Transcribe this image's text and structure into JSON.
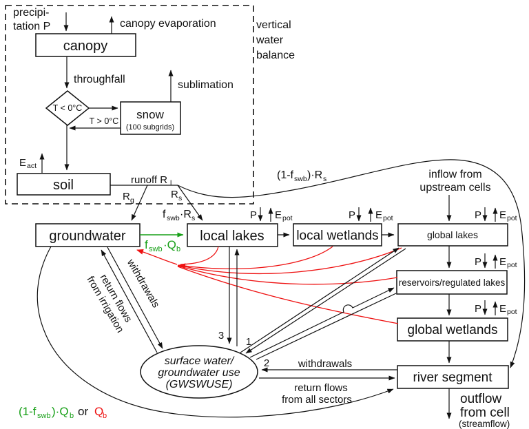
{
  "colors": {
    "line": "#111111",
    "green": "#18a018",
    "red": "#ee1111",
    "box_fill": "#ffffff",
    "background": "#ffffff"
  },
  "frag": {
    "precip_line1": "precipi-",
    "precip_line2": "tation P",
    "canopy_evaporation": "canopy evaporation",
    "canopy": "canopy",
    "throughfall": "throughfall",
    "t_below": "T < 0°C",
    "t_above": "T > 0°C",
    "snow": "snow",
    "snow_subgrids": "(100 subgrids)",
    "sublimation": "sublimation",
    "E": "E",
    "sub_act": "act",
    "sub_pot": "pot",
    "P": "P",
    "soil": "soil",
    "runoff_R": "runoff R",
    "sub_l": "l",
    "R": "R",
    "sub_g": "g",
    "sub_s": "s",
    "sub_b": "b",
    "f": "f",
    "sub_swb": "swb",
    "dot_R": "·R",
    "dot_Q": "·Q",
    "paren_1minusf": "(1-f",
    "paren_close_dotR": ")·R",
    "paren_close_dotQ": ")·Q",
    "or_word": "or",
    "Q": "Q",
    "vertical": "vertical",
    "water": "water",
    "balance": "balance",
    "groundwater": "groundwater",
    "local_lakes": "local lakes",
    "local_wetlands": "local wetlands",
    "global_lakes": "global lakes",
    "reservoirs": "reservoirs/regulated lakes",
    "global_wetlands": "global wetlands",
    "river_segment": "river segment",
    "inflow_line1": "inflow from",
    "inflow_line2": "upstream cells",
    "outflow_line1": "outflow",
    "outflow_line2": "from cell",
    "streamflow": "(streamflow)",
    "withdrawals": "withdrawals",
    "return_flows": "return flows",
    "from_irrigation": "from irrigation",
    "from_all_sectors": "from all sectors",
    "gwswuse_line1": "surface water/",
    "gwswuse_line2": "groundwater use",
    "gwswuse_line3": "(GWSWUSE)",
    "n1": "1",
    "n2": "2",
    "n3": "3"
  },
  "nodes": [
    {
      "id": "canopy",
      "label": "canopy",
      "shape": "rect"
    },
    {
      "id": "temperature-check",
      "label": "T < 0°C",
      "shape": "diamond"
    },
    {
      "id": "snow",
      "label": "snow (100 subgrids)",
      "shape": "rect"
    },
    {
      "id": "soil",
      "label": "soil",
      "shape": "rect"
    },
    {
      "id": "groundwater",
      "label": "groundwater",
      "shape": "rect"
    },
    {
      "id": "local-lakes",
      "label": "local lakes",
      "shape": "rect"
    },
    {
      "id": "local-wetlands",
      "label": "local wetlands",
      "shape": "rect"
    },
    {
      "id": "global-lakes",
      "label": "global lakes",
      "shape": "rect"
    },
    {
      "id": "reservoirs",
      "label": "reservoirs/regulated lakes",
      "shape": "rect"
    },
    {
      "id": "global-wetlands",
      "label": "global wetlands",
      "shape": "rect"
    },
    {
      "id": "river-segment",
      "label": "river segment",
      "shape": "rect"
    },
    {
      "id": "gwswuse",
      "label": "surface water/ groundwater use (GWSWUSE)",
      "shape": "ellipse"
    }
  ],
  "flows": [
    {
      "from": "atmosphere",
      "to": "canopy",
      "label": "precipitation P"
    },
    {
      "from": "canopy",
      "to": "atmosphere",
      "label": "canopy evaporation"
    },
    {
      "from": "canopy",
      "to": "temperature-check",
      "label": "throughfall"
    },
    {
      "from": "temperature-check",
      "to": "snow",
      "label": "T < 0°C"
    },
    {
      "from": "snow",
      "to": "soil-path",
      "label": "T > 0°C"
    },
    {
      "from": "snow",
      "to": "atmosphere",
      "label": "sublimation"
    },
    {
      "from": "soil",
      "to": "atmosphere",
      "label": "E_act"
    },
    {
      "from": "soil",
      "to": "runoff-split",
      "label": "runoff R_l"
    },
    {
      "from": "runoff-split",
      "to": "groundwater",
      "label": "R_g"
    },
    {
      "from": "runoff-split",
      "to": "local-lakes",
      "label": "f_swb·R_s"
    },
    {
      "from": "runoff-split",
      "to": "river-segment",
      "label": "(1-f_swb)·R_s"
    },
    {
      "from": "groundwater",
      "to": "local-lakes",
      "label": "f_swb·Q_b",
      "color": "green"
    },
    {
      "from": "groundwater",
      "to": "river-segment",
      "label": "(1-f_swb)·Q_b or Q_b",
      "color": "green/red"
    },
    {
      "from": "local-lakes",
      "to": "local-wetlands"
    },
    {
      "from": "local-wetlands",
      "to": "global-lakes"
    },
    {
      "from": "upstream-cells",
      "to": "global-lakes",
      "label": "inflow from upstream cells"
    },
    {
      "from": "global-lakes",
      "to": "reservoirs"
    },
    {
      "from": "reservoirs",
      "to": "global-wetlands"
    },
    {
      "from": "global-wetlands",
      "to": "river-segment"
    },
    {
      "from": "river-segment",
      "to": "downstream",
      "label": "outflow from cell (streamflow)"
    },
    {
      "from": "local-lakes,local-wetlands,global-lakes,reservoirs,global-wetlands",
      "to": "groundwater",
      "color": "red"
    },
    {
      "from": "groundwater",
      "to": "gwswuse",
      "label": "withdrawals"
    },
    {
      "from": "gwswuse",
      "to": "groundwater",
      "label": "return flows from irrigation"
    },
    {
      "between": "gwswuse and local-lakes",
      "ref": "3"
    },
    {
      "between": "gwswuse and global-lakes/reservoirs",
      "ref": "1"
    },
    {
      "from": "river-segment",
      "to": "gwswuse",
      "label": "withdrawals",
      "ref": "2"
    },
    {
      "from": "gwswuse",
      "to": "river-segment",
      "label": "return flows from all sectors"
    },
    {
      "on": "local-lakes,local-wetlands,global-lakes,reservoirs,global-wetlands",
      "label": "P in, E_pot out"
    }
  ],
  "region_note": "vertical water balance (dashed box)"
}
